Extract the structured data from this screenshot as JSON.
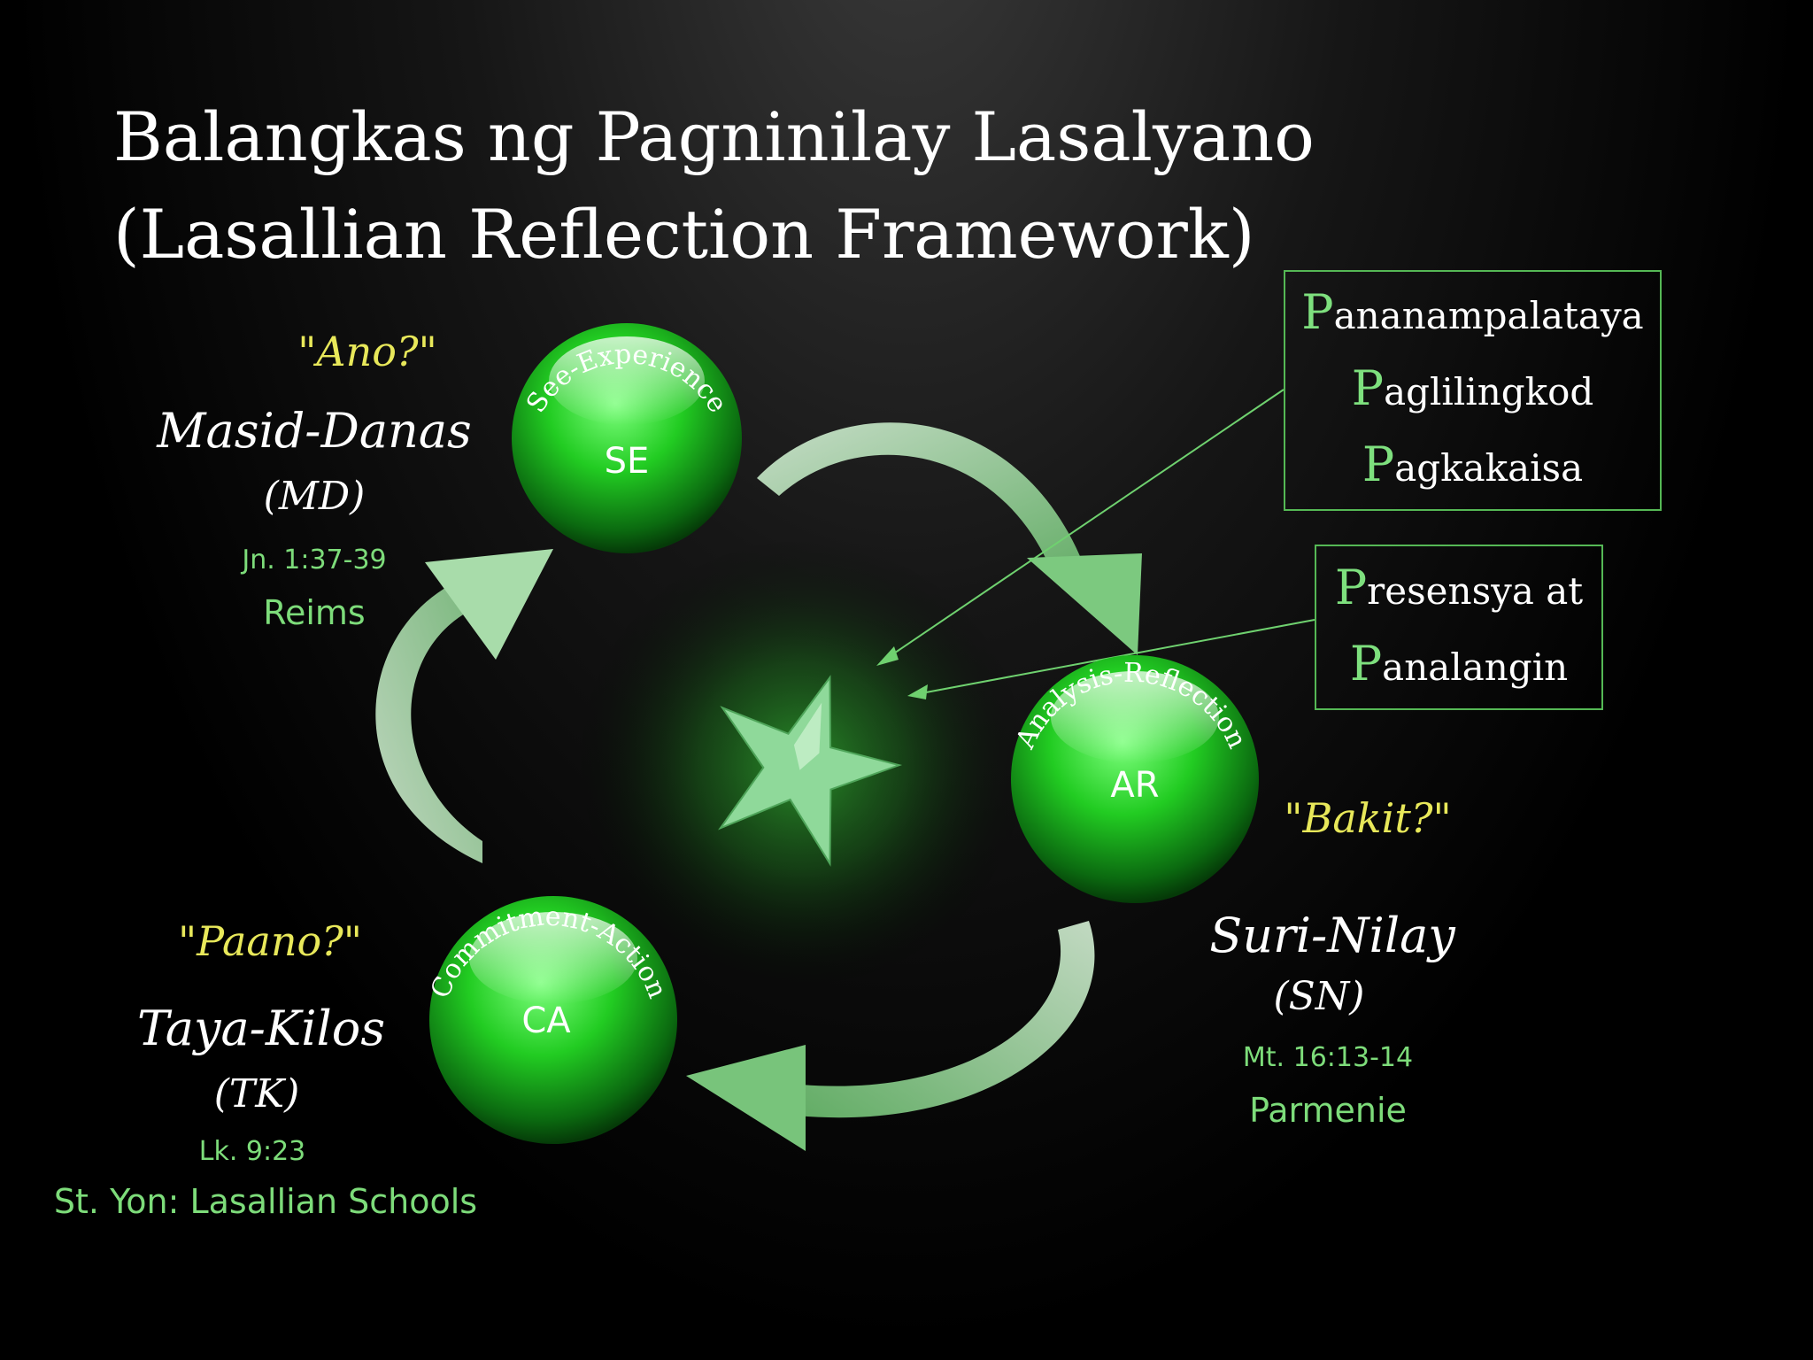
{
  "title": {
    "line1": "Balangkas ng Pagninilay Lasalyano",
    "line2": "(Lasallian Reflection Framework)"
  },
  "colors": {
    "background": "#000000",
    "orb_green": "#22cc22",
    "arrow_green": "#9fd9a0",
    "accent_green": "#7ddc7a",
    "question_yellow": "#e8e85a"
  },
  "stages": {
    "se": {
      "arc_label": "See-Experience",
      "abbr": "SE",
      "question": "\"Ano?\"",
      "name": "Masid-Danas",
      "short": "(MD)",
      "verse": "Jn. 1:37-39",
      "place": "Reims"
    },
    "ar": {
      "arc_label": "Analysis-Reflection",
      "abbr": "AR",
      "question": "\"Bakit?\"",
      "name": "Suri-Nilay",
      "short": "(SN)",
      "verse": "Mt. 16:13-14",
      "place": "Parmenie"
    },
    "ca": {
      "arc_label": "Commitment-Action",
      "abbr": "CA",
      "question": "\"Paano?\"",
      "name": "Taya-Kilos",
      "short": "(TK)",
      "verse": "Lk. 9:23",
      "place": "St. Yon: Lasallian Schools"
    }
  },
  "center_icon": "star-icon",
  "box1": {
    "lines": [
      {
        "initial": "P",
        "rest": "ananampalataya"
      },
      {
        "initial": "P",
        "rest": "aglilingkod"
      },
      {
        "initial": "P",
        "rest": "agkakaisa"
      }
    ]
  },
  "box2": {
    "lines": [
      {
        "initial": "P",
        "rest": "resensya at"
      },
      {
        "initial": "P",
        "rest": "analangin"
      }
    ]
  }
}
